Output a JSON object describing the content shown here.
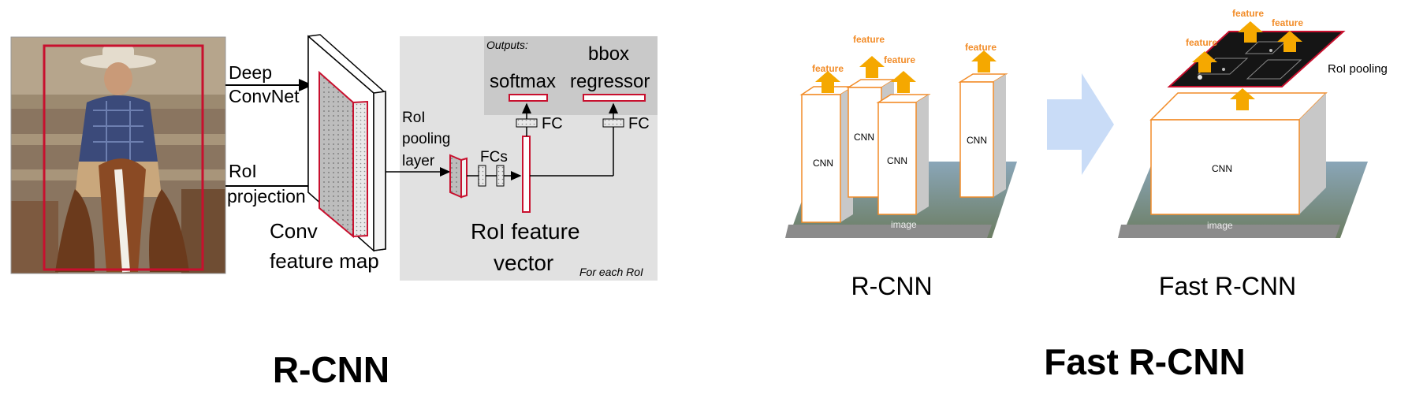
{
  "left_diagram": {
    "deep": "Deep",
    "convnet": "ConvNet",
    "roi": "RoI",
    "projection": "projection",
    "conv": "Conv",
    "feature_map": "feature map",
    "roi_pooling_1": "RoI",
    "roi_pooling_2": "pooling",
    "roi_pooling_3": "layer",
    "fcs": "FCs",
    "outputs": "Outputs:",
    "softmax": "softmax",
    "bbox_1": "bbox",
    "bbox_2": "regressor",
    "fc_softmax": "FC",
    "fc_bbox": "FC",
    "roi_feature_1": "RoI feature",
    "roi_feature_2": "vector",
    "for_each_roi": "For each RoI",
    "caption": "R-CNN"
  },
  "right_diagram": {
    "rcnn_feature_labels": [
      "feature",
      "feature",
      "feature",
      "feature"
    ],
    "rcnn_cnn_labels": [
      "CNN",
      "CNN",
      "CNN",
      "CNN"
    ],
    "rcnn_image_label": "image",
    "rcnn_sub_caption": "R-CNN",
    "fast_feature_labels": [
      "feature",
      "feature",
      "feature"
    ],
    "roi_pooling_label": "RoI pooling",
    "fast_cnn_label": "CNN",
    "fast_image_label": "image",
    "fast_sub_caption": "Fast R-CNN",
    "caption": "Fast R-CNN"
  },
  "colors": {
    "roi_red": "#c8102e",
    "feature_orange": "#f28c28",
    "arrow_yellow": "#f5a800",
    "big_arrow": "#c9dcf7",
    "panel_gray": "#e1e1e1"
  }
}
